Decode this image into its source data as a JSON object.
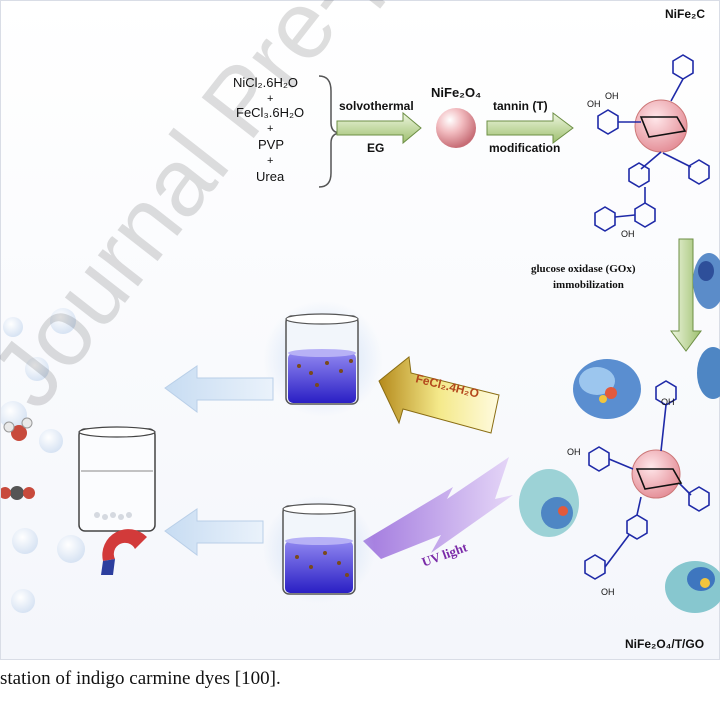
{
  "reagents": {
    "nicl": "NiCl₂.6H₂O",
    "plus1": "+",
    "fecl": "FeCl₃.6H₂O",
    "plus2": "+",
    "pvp": "PVP",
    "plus3": "+",
    "urea": "Urea"
  },
  "step1": {
    "top": "solvothermal",
    "bottom": "EG"
  },
  "nanoparticle_label": "NiFe₂O₄",
  "step2": {
    "top": "tannin (T)",
    "bottom": "modification"
  },
  "top_right_label": "NiFe₂C",
  "step3": {
    "line1": "glucose oxidase (GOx)",
    "line2": "immobilization"
  },
  "bottom_right_label": "NiFe₂O₄/T/GO",
  "fecl2_label": "FeCl₂.4H₂O",
  "uv_label": "UV light",
  "oh": "OH",
  "caption": "station of indigo carmine dyes [100].",
  "watermark": "Journal Pre-proof",
  "colors": {
    "arrow_green": "#a8c97a",
    "sphere": "#e8a3a8",
    "beaker_blue": "#3b2fd6",
    "uv_purple": "#b58be6",
    "fecl_yellow": "#e6d24a",
    "glow_blue": "#cfe0f5"
  }
}
